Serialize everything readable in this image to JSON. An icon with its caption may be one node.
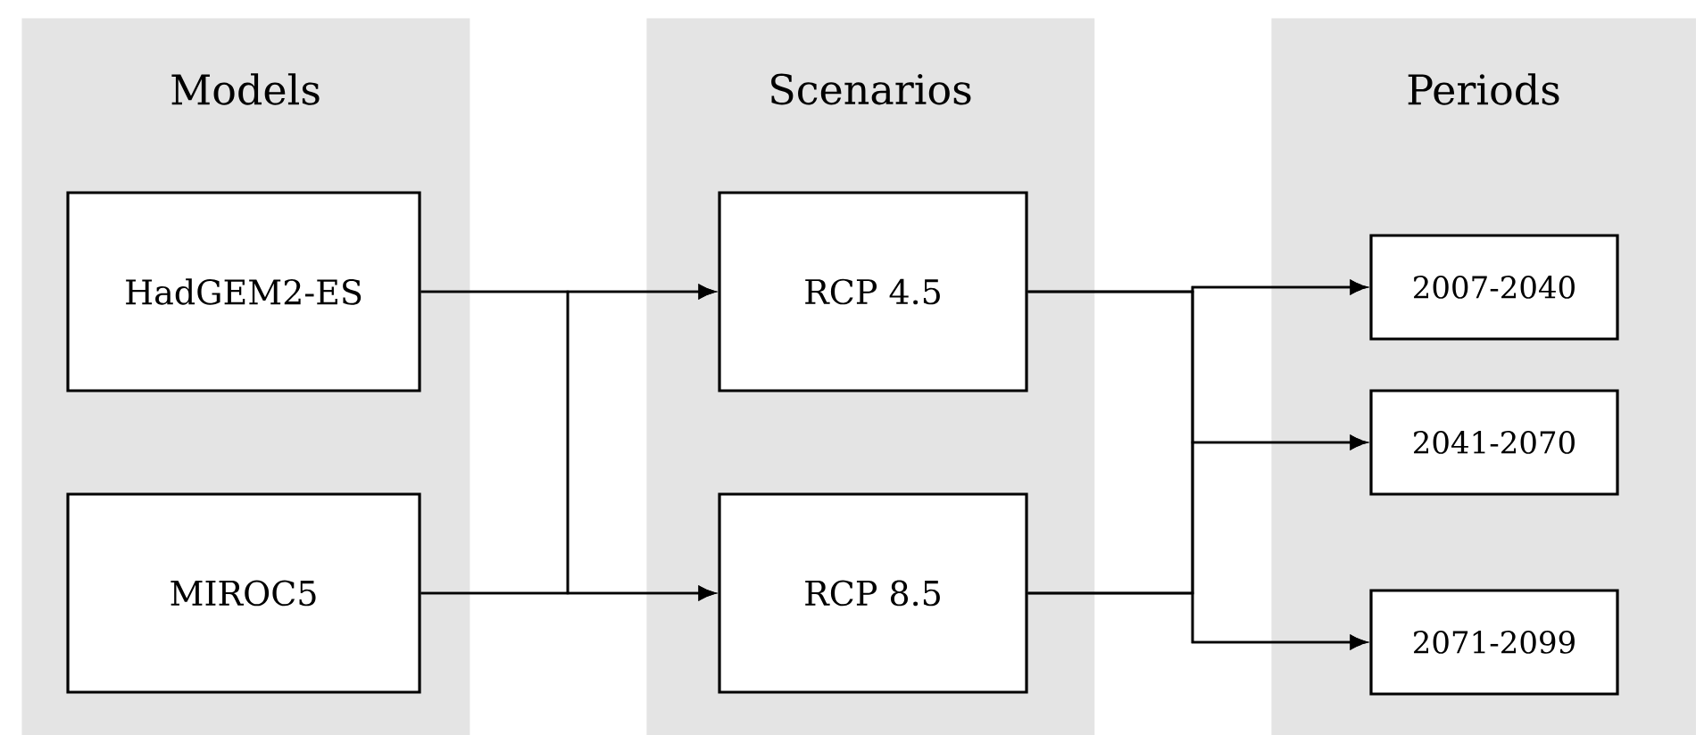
{
  "diagram": {
    "nodes": [
      {
        "text": [
          "Models"
        ]
      },
      {
        "text": [
          "HadGEM2-ES"
        ],
        "in": 0
      },
      {
        "text": [
          "MIROC5"
        ],
        "in": 0
      },
      {
        "text": [
          "Scenarios"
        ]
      },
      {
        "text": [
          "RCP 4.5"
        ],
        "in": 3
      },
      {
        "text": [
          "RCP 8.5"
        ],
        "in": 3
      },
      {
        "text": [
          "Periods"
        ]
      },
      {
        "text": [
          "2007-2040"
        ],
        "in": 6
      },
      {
        "text": [
          "2041-2070"
        ],
        "in": 6
      },
      {
        "text": [
          "2071-2099"
        ],
        "in": 6
      }
    ],
    "edges": [
      {
        "from": 1,
        "to": 4,
        "arrow": "to"
      },
      {
        "from": 1,
        "to": 5,
        "arrow": "to"
      },
      {
        "from": 2,
        "to": 4,
        "arrow": "to"
      },
      {
        "from": 2,
        "to": 5,
        "arrow": "to"
      },
      {
        "from": 4,
        "to": 7,
        "arrow": "to"
      },
      {
        "from": 4,
        "to": 8,
        "arrow": "to"
      },
      {
        "from": 4,
        "to": 9,
        "arrow": "to"
      },
      {
        "from": 5,
        "to": 7,
        "arrow": "to"
      },
      {
        "from": 5,
        "to": 8,
        "arrow": "to"
      },
      {
        "from": 5,
        "to": 9,
        "arrow": "to"
      }
    ]
  }
}
